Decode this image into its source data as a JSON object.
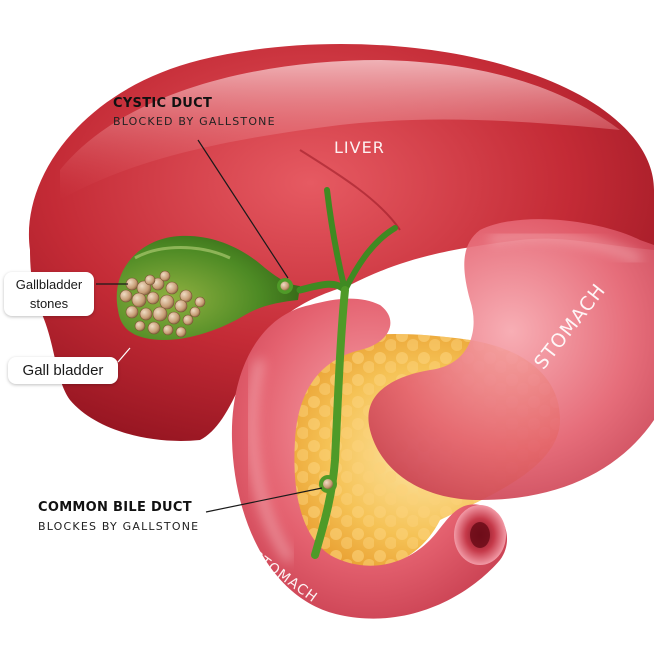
{
  "labels": {
    "cystic_duct_title": "CYSTIC DUCT",
    "cystic_duct_sub": "BLOCKED BY GALLSTONE",
    "liver": "LIVER",
    "gallbladder_stones_line1": "Gallbladder",
    "gallbladder_stones_line2": "stones",
    "gall_bladder": "Gall bladder",
    "stomach_right": "STOMACH",
    "stomach_bottom": "STOMACH",
    "common_bile_duct_title": "COMMON BILE DUCT",
    "common_bile_duct_sub": "BLOCKES BY GALLSTONE"
  },
  "colors": {
    "liver": "#b5202c",
    "stomach": "#e05e6e",
    "pancreas": "#f3b640",
    "gallbladder": "#3f8a22",
    "bile_duct": "#5aa02c",
    "stone": "#c8a07a"
  }
}
